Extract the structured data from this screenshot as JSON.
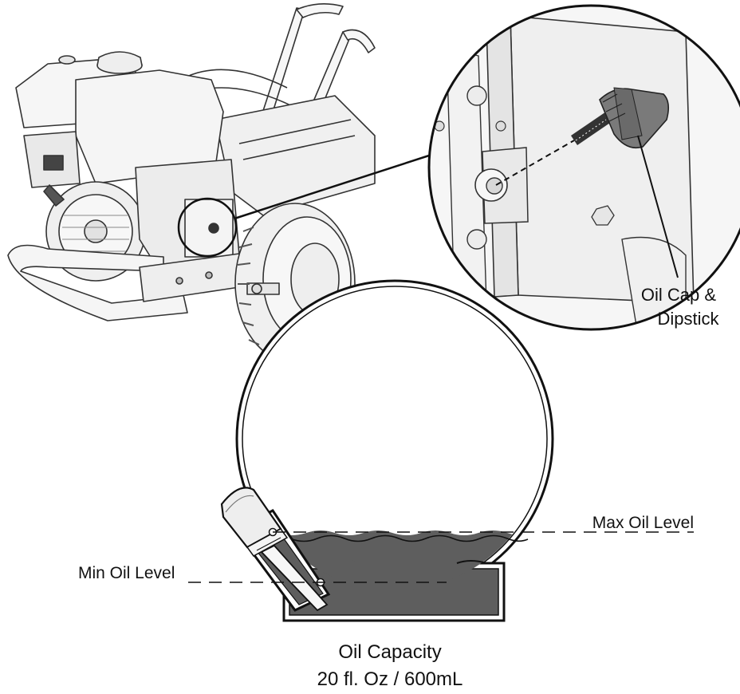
{
  "callout_label": {
    "line1": "Oil Cap &",
    "line2": "Dipstick"
  },
  "levels": {
    "max": "Max Oil Level",
    "min": "Min Oil Level"
  },
  "capacity": {
    "line1": "Oil Capacity",
    "line2": "20 fl. Oz / 600mL"
  },
  "colors": {
    "oil": "#5e5e5e",
    "line": "#111111",
    "light": "#f2f2f2"
  }
}
